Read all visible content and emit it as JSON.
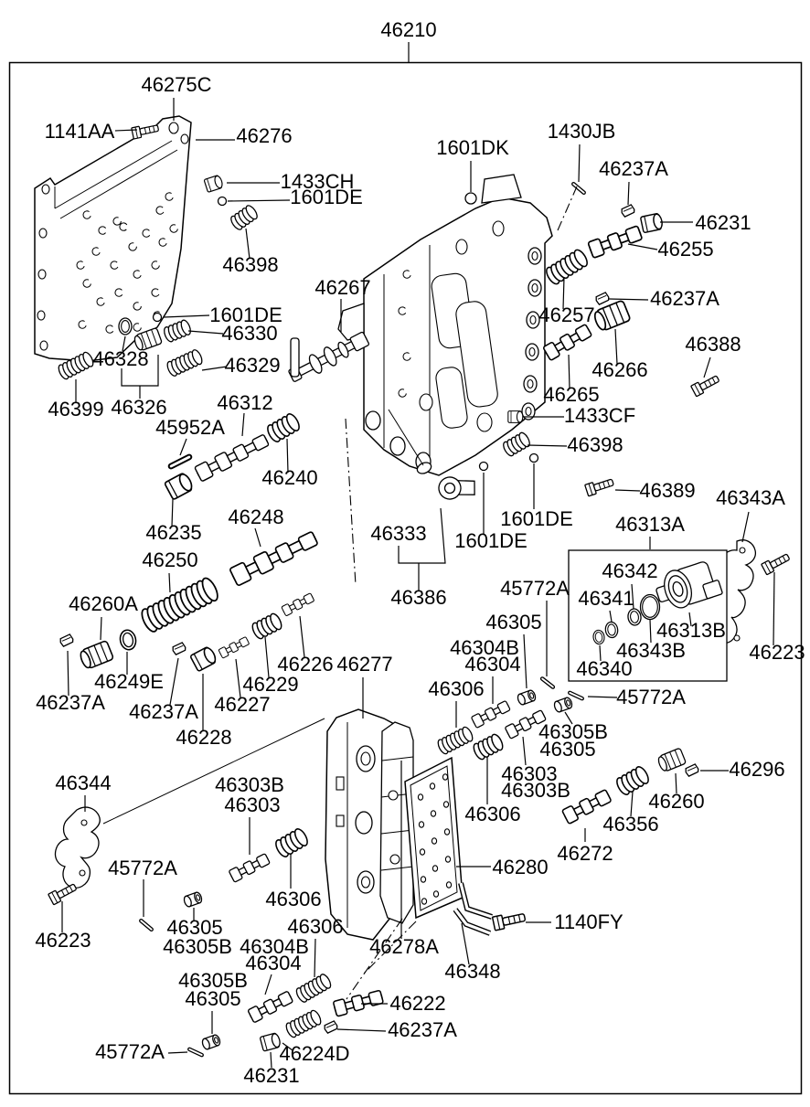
{
  "figure": {
    "title_code": "46210",
    "type": "exploded-parts-diagram",
    "description": "Valve body assembly exploded view with part number callouts"
  },
  "colors": {
    "line": "#000000",
    "background": "#ffffff",
    "text": "#000000"
  },
  "part_labels": [
    "46275C",
    "1141AA",
    "46276",
    "1601DK",
    "1430JB",
    "46237A",
    "1433CH",
    "1601DE",
    "46231",
    "46255",
    "46398",
    "46267",
    "46237A",
    "1601DE",
    "46257",
    "46330",
    "46388",
    "46328",
    "46329",
    "46266",
    "46265",
    "46312",
    "46326",
    "46399",
    "1433CF",
    "45952A",
    "46398",
    "46240",
    "46389",
    "46343A",
    "46248",
    "1601DE",
    "46313A",
    "46235",
    "46333",
    "1601DE",
    "46250",
    "46342",
    "45772A",
    "46386",
    "46341",
    "46260A",
    "46305",
    "46313B",
    "46304B",
    "46343B",
    "46223",
    "46226",
    "46277",
    "46304",
    "46340",
    "46249E",
    "46229",
    "46306",
    "45772A",
    "46237A",
    "46227",
    "46237A",
    "46305B",
    "46228",
    "46305",
    "46296",
    "46303",
    "46344",
    "46303B",
    "46303B",
    "46260",
    "46303",
    "46306",
    "46356",
    "46272",
    "46280",
    "45772A",
    "46306",
    "1140FY",
    "46306",
    "46305",
    "46223",
    "46304B",
    "46278A",
    "46305B",
    "46304",
    "46348",
    "46305B",
    "46305",
    "46222",
    "46237A",
    "45772A",
    "46224D",
    "46231"
  ]
}
